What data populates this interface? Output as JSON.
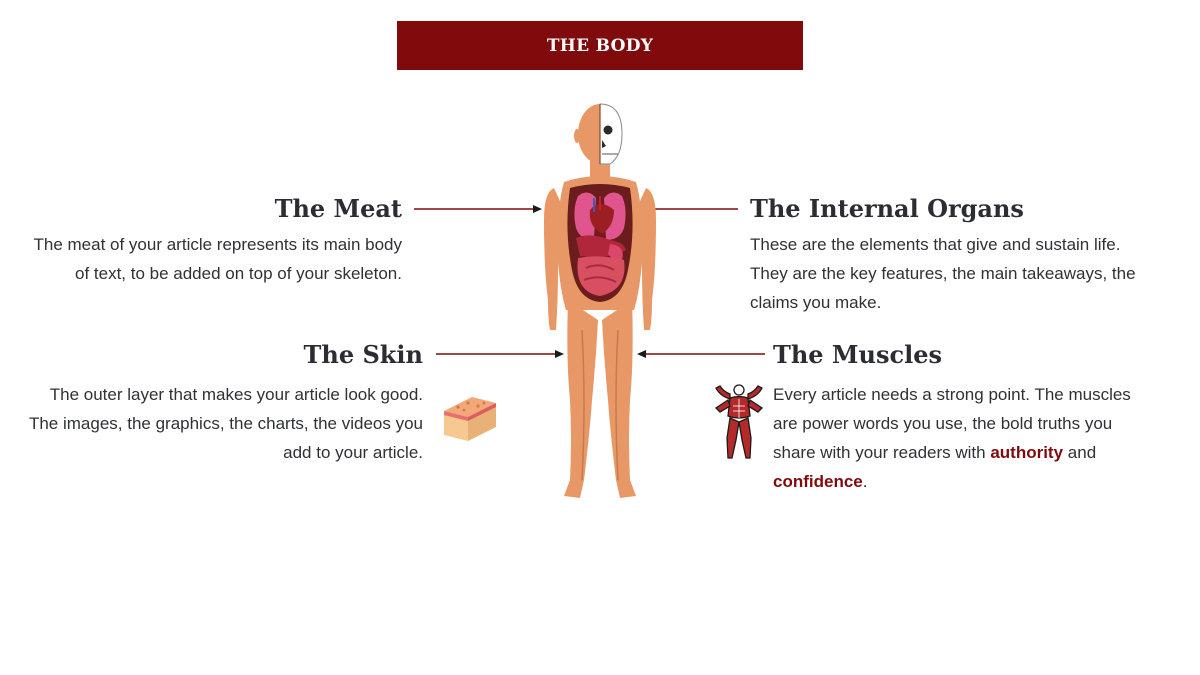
{
  "banner": {
    "title": "THE BODY"
  },
  "sections": {
    "meat": {
      "heading": "The Meat",
      "text": "The meat of your article represents its main body of text, to be added on top of your skeleton."
    },
    "organs": {
      "heading": "The Internal Organs",
      "text": "These are the elements that give and sustain life. They are the key features, the main takeaways, the claims you make."
    },
    "skin": {
      "heading": "The Skin",
      "text": "The outer layer that makes your article look good. The images, the graphics, the charts, the videos you add to your article."
    },
    "muscles": {
      "heading": "The Muscles",
      "text_before": "Every article needs a strong point. The muscles are power words you use, the bold truths you share with your readers with ",
      "em1": "authority",
      "and": " and ",
      "em2": "confidence",
      "end": "."
    }
  },
  "icons": {
    "figure": "human-anatomy-illustration",
    "skin": "skin-layer-icon",
    "muscles": "muscle-figure-icon"
  },
  "colors": {
    "accent": "#7f0b0d",
    "text": "#2b2d33",
    "skin_tone": "#e89866"
  }
}
